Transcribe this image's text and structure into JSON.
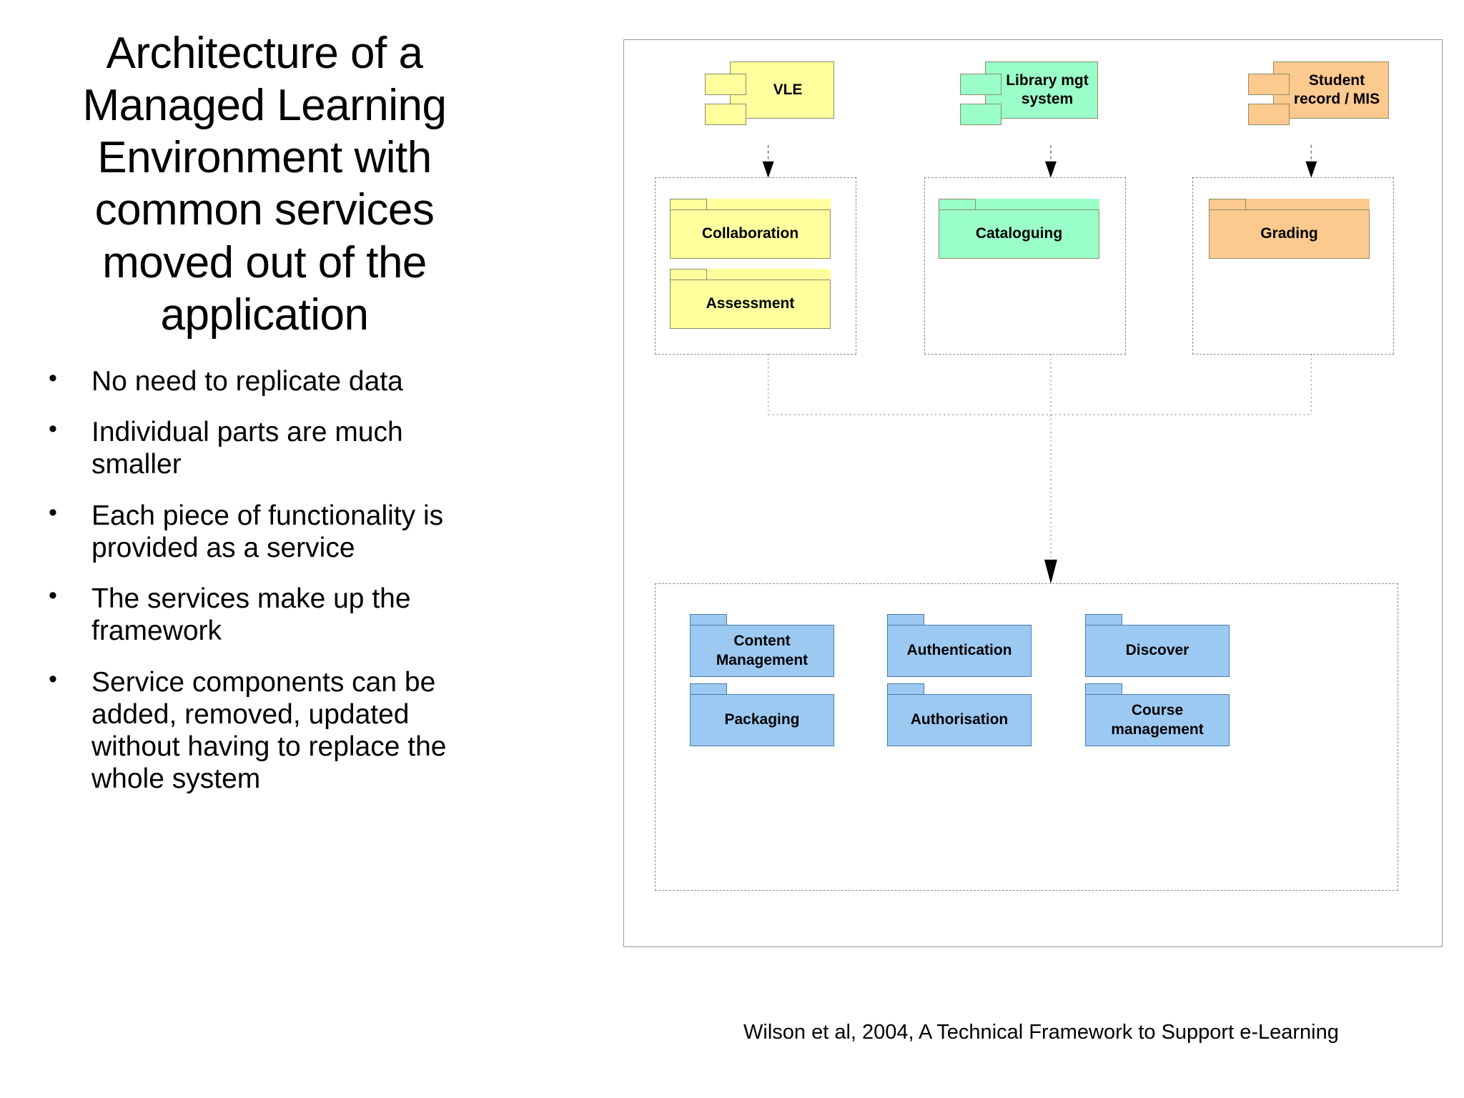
{
  "slide": {
    "title": "Architecture of a Managed Learning Environment with common services moved out of the application",
    "bullet_marker": "•",
    "bullets": [
      "No need to replicate data",
      "Individual parts are much smaller",
      "Each piece of functionality is provided as a service",
      "The services make up the framework",
      "Service components can be added, removed, updated without having to replace the whole system"
    ],
    "citation": "Wilson et al, 2004, A Technical Framework to Support e-Learning"
  },
  "diagram": {
    "applications": [
      {
        "label": "VLE",
        "color_name": "yellow",
        "color": "#ffff9e"
      },
      {
        "label": "Library mgt system",
        "color_name": "green",
        "color": "#9affc8"
      },
      {
        "label": "Student record / MIS",
        "color_name": "orange",
        "color": "#fcc98f"
      }
    ],
    "app_packages": [
      {
        "label": "Collaboration",
        "color_name": "yellow",
        "color": "#ffff9e"
      },
      {
        "label": "Assessment",
        "color_name": "yellow",
        "color": "#ffff9e"
      },
      {
        "label": "Cataloguing",
        "color_name": "green",
        "color": "#9affc8"
      },
      {
        "label": "Grading",
        "color_name": "orange",
        "color": "#fcc98f"
      }
    ],
    "service_packages": [
      {
        "label": "Content Management",
        "color_name": "blue",
        "color": "#9cc9f2"
      },
      {
        "label": "Authentication",
        "color_name": "blue",
        "color": "#9cc9f2"
      },
      {
        "label": "Discover",
        "color_name": "blue",
        "color": "#9cc9f2"
      },
      {
        "label": "Packaging",
        "color_name": "blue",
        "color": "#9cc9f2"
      },
      {
        "label": "Authorisation",
        "color_name": "blue",
        "color": "#9cc9f2"
      },
      {
        "label": "Course management",
        "color_name": "blue",
        "color": "#9cc9f2"
      }
    ],
    "colors": {
      "yellow": "#ffff9e",
      "green": "#9affc8",
      "orange": "#fcc98f",
      "blue": "#9cc9f2",
      "component_border": "#8c8c6a",
      "blue_border": "#4c7ca8",
      "group_dash": "#8a8a8a",
      "outer_border": "#9a9a9a",
      "connector": "#808080"
    }
  }
}
